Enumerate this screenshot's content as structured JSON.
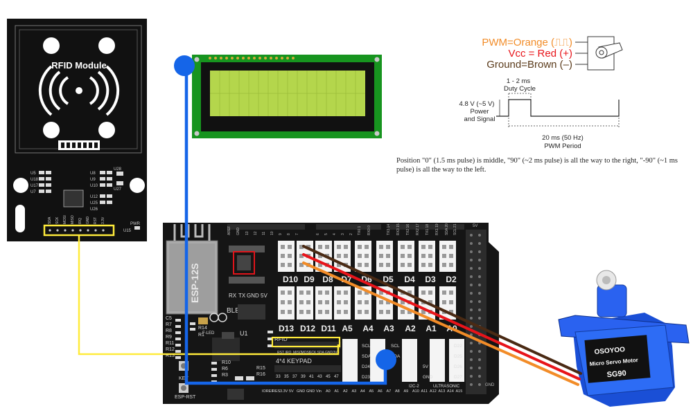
{
  "rfid": {
    "title": "RFID Module",
    "chip_labels": [
      "U5",
      "U18",
      "U17",
      "U7",
      "U8",
      "U9",
      "U10",
      "U12",
      "U25",
      "U26",
      "U28",
      "U27",
      "U15"
    ],
    "pwr": "PWR",
    "pins": [
      "SDA",
      "SCK",
      "MOSI",
      "MISO",
      "IRQ",
      "GND",
      "RST",
      "3.3V"
    ]
  },
  "servo_legend": {
    "pwm": "PWM=Orange (⎍⎍)",
    "vcc": "Vcc = Red (+)",
    "gnd": "Ground=Brown (–)",
    "colors": {
      "pwm": "#f28c28",
      "vcc": "#e8141a",
      "gnd": "#5a3a1a"
    }
  },
  "pwm_diagram": {
    "duty_range": "1 - 2 ms",
    "duty_label": "Duty Cycle",
    "voltage_line1": "4.8 V (~5 V)",
    "voltage_line2": "Power",
    "voltage_line3": "and Signal",
    "period_line1": "20 ms (50 Hz)",
    "period_line2": "PWM Period"
  },
  "caption": "Position \"0\" (1.5 ms pulse) is middle, \"90\" (~2 ms pulse) is all the way to the right, \"-90\" (~1 ms pulse) is all the way to the left.",
  "board": {
    "wifi_label": "ESP-12S",
    "pin_row_top": [
      "D10",
      "D9",
      "D8",
      "D7",
      "D6",
      "D5",
      "D4",
      "D3",
      "D2"
    ],
    "pin_row_bottom": [
      "D13",
      "D12",
      "D11",
      "A5",
      "A4",
      "A3",
      "A2",
      "A1",
      "A0"
    ],
    "uart_labels": [
      "RX",
      "TX",
      "GND",
      "5V"
    ],
    "ble_label": "BLE",
    "u1": "U1",
    "fled": "F-LED",
    "rfid_header": "RFID",
    "keypad": "4*4 KEYPAD",
    "keypad_pins": [
      "33",
      "35",
      "37",
      "39",
      "41",
      "43",
      "45",
      "47"
    ],
    "rfid_header_pins": [
      "RST",
      "IRQ",
      "MISO",
      "MOSI",
      "SCK",
      "SDA",
      "GND",
      "3V3"
    ],
    "key": "KEY",
    "esp_rst": "ESP-RST",
    "bottom_labels": [
      "IOREF",
      "RES",
      "3.3V",
      "5V",
      "GND",
      "GND",
      "Vin"
    ],
    "analog_labels": [
      "A0",
      "A1",
      "A2",
      "A3",
      "A4",
      "A5",
      "A6",
      "A7",
      "A8",
      "A9",
      "A10",
      "A11",
      "A12",
      "A13",
      "A14",
      "A15"
    ],
    "i2c": "I2C-2",
    "ultrasonic": "ULTRASONIC",
    "digital_top": [
      "AREF",
      "GND",
      "13",
      "12",
      "11",
      "10",
      "9",
      "8",
      "7",
      "6",
      "5",
      "4",
      "3",
      "2",
      "TX0 1",
      "RX0 0",
      "TX3 14",
      "RX3 15",
      "TX2 16",
      "RX2 17",
      "TX1 18",
      "RX1 19",
      "SDA 20",
      "SCL 21"
    ],
    "right_labels": [
      "5V",
      "GND"
    ],
    "resistors": [
      "C5",
      "R7",
      "R8",
      "R9",
      "R11",
      "R12",
      "R13",
      "R14",
      "R1",
      "R10",
      "R6",
      "R3",
      "R15",
      "R16"
    ],
    "side_labels": [
      "SCL",
      "SDA",
      "D24",
      "D23",
      "SCL",
      "SDA",
      "5V",
      "GND",
      "D25",
      "D22",
      "D26",
      "D27"
    ]
  },
  "servo": {
    "brand": "OSOYOO",
    "type": "Micro Servo Motor",
    "model": "SG90"
  }
}
